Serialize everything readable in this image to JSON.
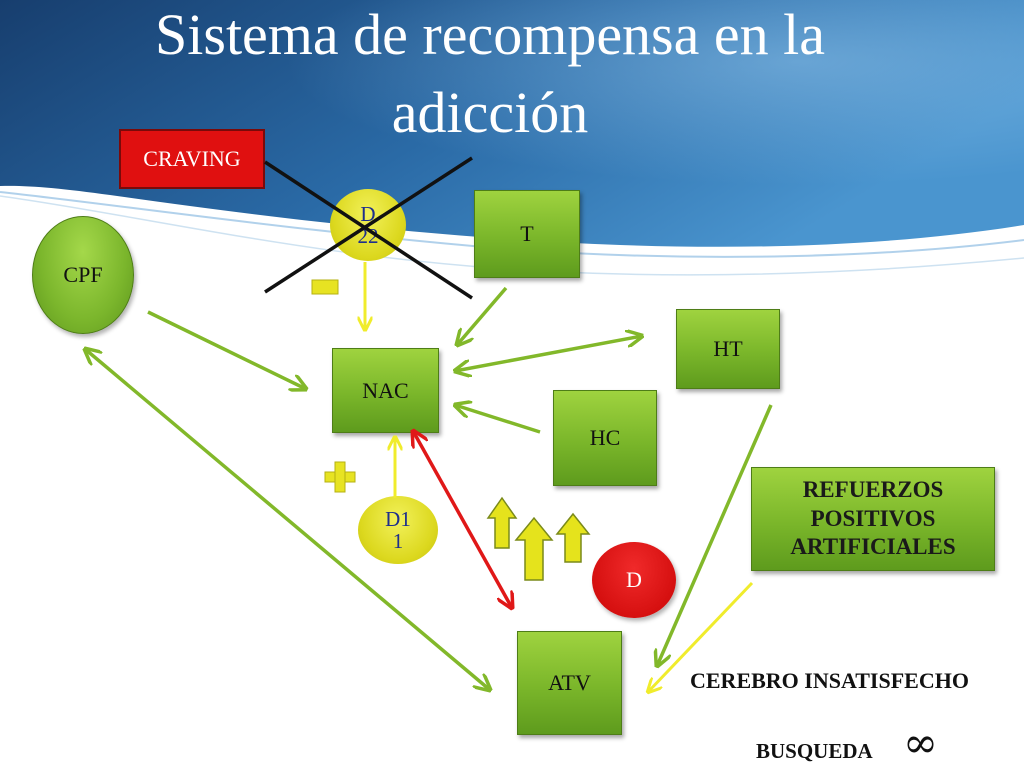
{
  "title": {
    "line1": "Sistema de recompensa en la",
    "line2": "adicción"
  },
  "nodes": {
    "craving": "CRAVING",
    "d2": "D\n22",
    "t": "T",
    "cpf": "CPF",
    "nac": "NAC",
    "ht": "HT",
    "hc": "HC",
    "d1": "D1\n1",
    "d": "D",
    "atv": "ATV",
    "refuerzos": "REFUERZOS\nPOSITIVOS\nARTIFICIALES"
  },
  "labels": {
    "cerebro": "CEREBRO INSATISFECHO",
    "busqueda": "BUSQUEDA",
    "infinity": "∞",
    "minus": "-",
    "plus": "+"
  },
  "colors": {
    "header_blue": "#1f5a92",
    "header_light": "#3e8ac4",
    "green": "#7ab62a",
    "green_arrow": "#82b82a",
    "yellow": "#dcd81e",
    "yellow_arrow": "#f0ec2c",
    "red": "#e01010",
    "red_arrow": "#e01818"
  }
}
